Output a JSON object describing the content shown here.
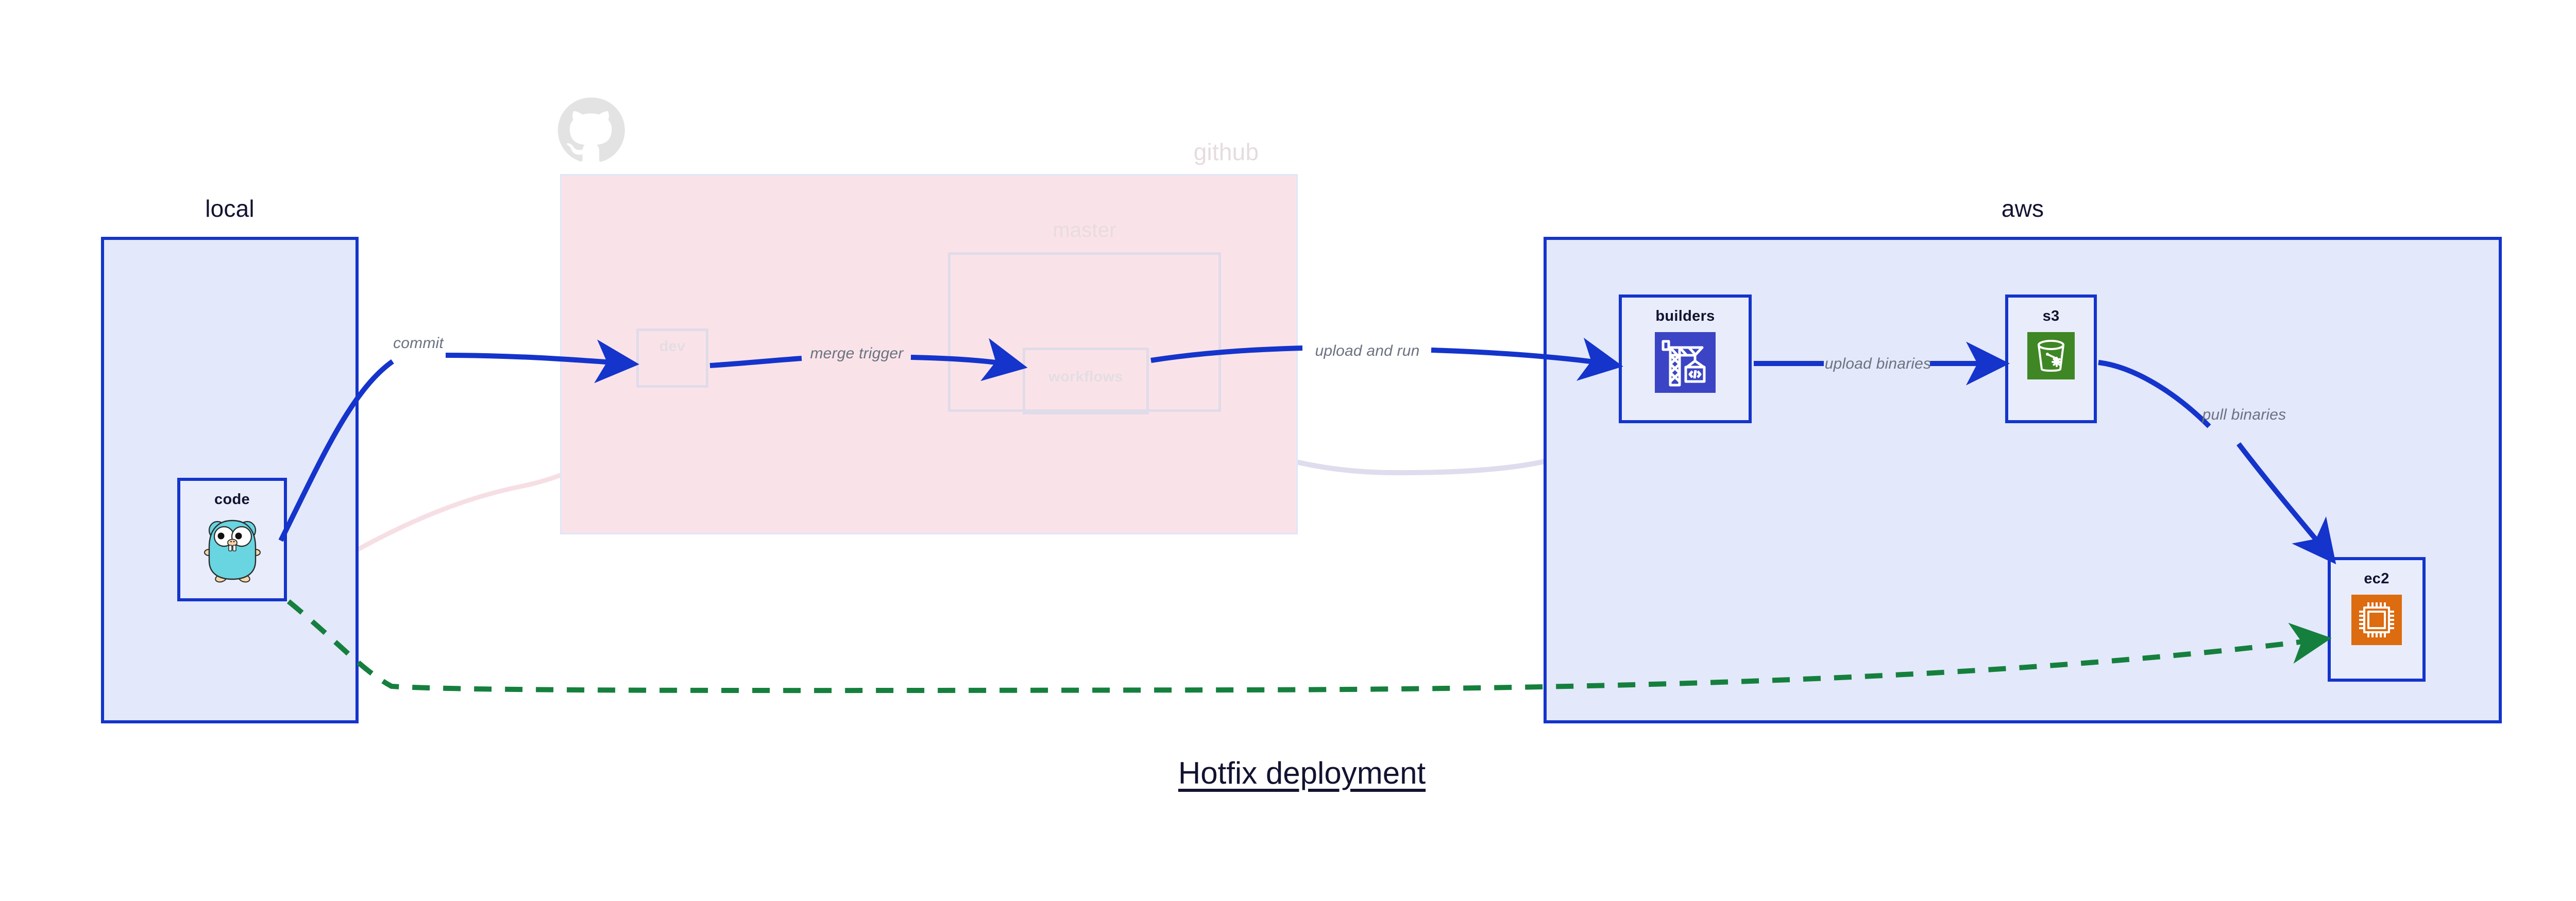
{
  "diagram": {
    "title": "Hotfix deployment",
    "groups": [
      {
        "key": "local",
        "label": "local",
        "faded": false
      },
      {
        "key": "github",
        "label": "github",
        "faded": true
      },
      {
        "key": "master",
        "label": "master",
        "faded": true
      },
      {
        "key": "aws",
        "label": "aws",
        "faded": false
      }
    ],
    "nodes": [
      {
        "key": "code",
        "label": "code",
        "icon": "go-gopher-icon",
        "faded": false
      },
      {
        "key": "dev",
        "label": "dev",
        "icon": "none",
        "faded": true
      },
      {
        "key": "workflows",
        "label": "workflows",
        "icon": "none",
        "faded": true
      },
      {
        "key": "builders",
        "label": "builders",
        "icon": "aws-codebuild-crane-icon",
        "faded": false
      },
      {
        "key": "s3",
        "label": "s3",
        "icon": "aws-s3-bucket-icon",
        "faded": false
      },
      {
        "key": "ec2",
        "label": "ec2",
        "icon": "aws-ec2-chip-icon",
        "faded": false
      }
    ],
    "edges": [
      {
        "key": "commit",
        "label": "commit",
        "from": "code",
        "to": "dev",
        "style": "solid-blue",
        "faded": false
      },
      {
        "key": "merge-trigger",
        "label": "merge trigger",
        "from": "dev",
        "to": "workflows",
        "style": "solid-blue",
        "faded": false
      },
      {
        "key": "upload-and-run",
        "label": "upload and run",
        "from": "workflows",
        "to": "builders",
        "style": "solid-blue",
        "faded": false
      },
      {
        "key": "upload-binaries",
        "label": "upload binaries",
        "from": "builders",
        "to": "s3",
        "style": "solid-blue",
        "faded": false
      },
      {
        "key": "pull-binaries",
        "label": "pull binaries",
        "from": "s3",
        "to": "ec2",
        "style": "solid-blue",
        "faded": false
      },
      {
        "key": "hotfix-direct",
        "label": "",
        "from": "code",
        "to": "ec2",
        "style": "dashed-green",
        "faded": false
      }
    ],
    "colors": {
      "accent_blue": "#1434cb",
      "group_blue_fill": "#e3e8fb",
      "group_pink_fill": "#fae3e8",
      "node_fill": "#e9edfb",
      "ghost_border": "#e0dbe9",
      "label_gray": "#6b7280",
      "dashed_green": "#15803d",
      "faded_pink": "#f6dfe4",
      "faded_purple": "#dfdcee",
      "github_logo_gray": "#e3e3e3",
      "icon_builders_bg": "#3b44c4",
      "icon_s3_bg": "#3f8624",
      "icon_ec2_bg": "#dd6b10",
      "gopher_body": "#68d5e1",
      "title_text": "#121331"
    }
  }
}
